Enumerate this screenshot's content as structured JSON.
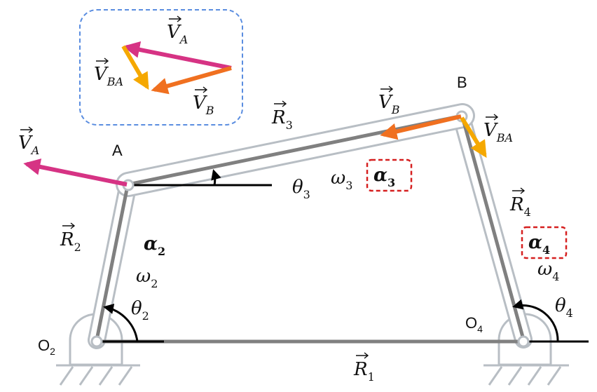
{
  "points": {
    "A": "A",
    "B": "B",
    "O2": {
      "main": "O",
      "sub": "2"
    },
    "O4": {
      "main": "O",
      "sub": "4"
    }
  },
  "vectors": {
    "R1": {
      "main": "R",
      "sub": "1"
    },
    "R2": {
      "main": "R",
      "sub": "2"
    },
    "R3": {
      "main": "R",
      "sub": "3"
    },
    "R4": {
      "main": "R",
      "sub": "4"
    },
    "VA": {
      "main": "V",
      "sub": "A"
    },
    "VB": {
      "main": "V",
      "sub": "B"
    },
    "VBA": {
      "main": "V",
      "sub": "BA"
    }
  },
  "angles": {
    "theta2": {
      "main": "θ",
      "sub": "2"
    },
    "theta3": {
      "main": "θ",
      "sub": "3"
    },
    "theta4": {
      "main": "θ",
      "sub": "4"
    }
  },
  "omegas": {
    "omega2": {
      "main": "ω",
      "sub": "2"
    },
    "omega3": {
      "main": "ω",
      "sub": "3"
    },
    "omega4": {
      "main": "ω",
      "sub": "4"
    }
  },
  "alphas": {
    "alpha2": {
      "main": "α",
      "sub": "2"
    },
    "alpha3": {
      "main": "α",
      "sub": "3"
    },
    "alpha4": {
      "main": "α",
      "sub": "4"
    }
  },
  "colors": {
    "link_outline": "#b8bec4",
    "vector_line": "#808080",
    "va": "#d63384",
    "vb": "#f07020",
    "vba": "#f5a800",
    "inset_border": "#5a8de0",
    "alpha_box": "#d62020"
  }
}
